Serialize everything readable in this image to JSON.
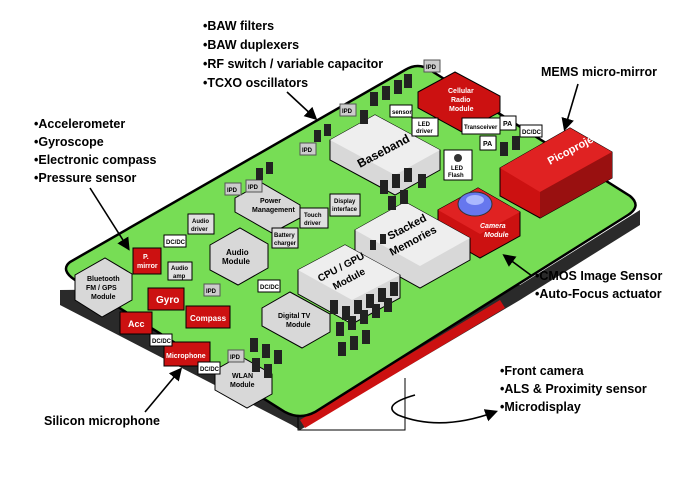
{
  "callouts": {
    "rf": [
      "•BAW filters",
      "•BAW duplexers",
      "•RF switch / variable capacitor",
      "•TCXO oscillators"
    ],
    "sensors": [
      "•Accelerometer",
      "•Gyroscope",
      "•Electronic compass",
      "•Pressure sensor"
    ],
    "mems": "MEMS micro-mirror",
    "image": [
      "•CMOS Image Sensor",
      "•Auto-Focus actuator"
    ],
    "front": [
      "•Front camera",
      "•ALS & Proximity sensor",
      "•Microdisplay"
    ],
    "microphone": "Silicon microphone"
  },
  "modules": {
    "baseband": "Baseband",
    "stacked": [
      "Stacked",
      "Memories"
    ],
    "cpu": [
      "CPU / GPU",
      "Module"
    ],
    "picoprojector": "Picoprojector",
    "camera": [
      "Camera",
      "Module"
    ],
    "cellular": [
      "Cellular",
      "Radio",
      "Module"
    ],
    "audio": [
      "Audio",
      "Module"
    ],
    "bluetooth": [
      "Bluetooth",
      "FM / GPS",
      "Module"
    ],
    "digitaltv": [
      "Digital TV",
      "Module"
    ],
    "wlan": [
      "WLAN",
      "Module"
    ],
    "power": [
      "Power",
      "Management"
    ],
    "touch": [
      "Touch",
      "driver"
    ],
    "display": [
      "Display",
      "interface"
    ],
    "battery": [
      "Battery",
      "charger"
    ],
    "audio_driver": [
      "Audio",
      "driver"
    ],
    "audio_amp": [
      "Audio",
      "amp"
    ],
    "gyro": "Gyro",
    "acc": "Acc",
    "compass": "Compass",
    "microphone": "Microphone",
    "pmirror": [
      "P.",
      "mirror"
    ],
    "led_flash": [
      "LED",
      "Flash"
    ],
    "led_driver": [
      "LED",
      "driver"
    ],
    "transceiver": "Transceiver",
    "pa": "PA",
    "dcdc": "DC/DC",
    "ipd": "IPD",
    "sensor_small": "sensor"
  },
  "colors": {
    "board": "#77dd55",
    "module_red": "#cc1111",
    "module_grey": "#e6e6e6",
    "edge_red": "#cc1111"
  }
}
